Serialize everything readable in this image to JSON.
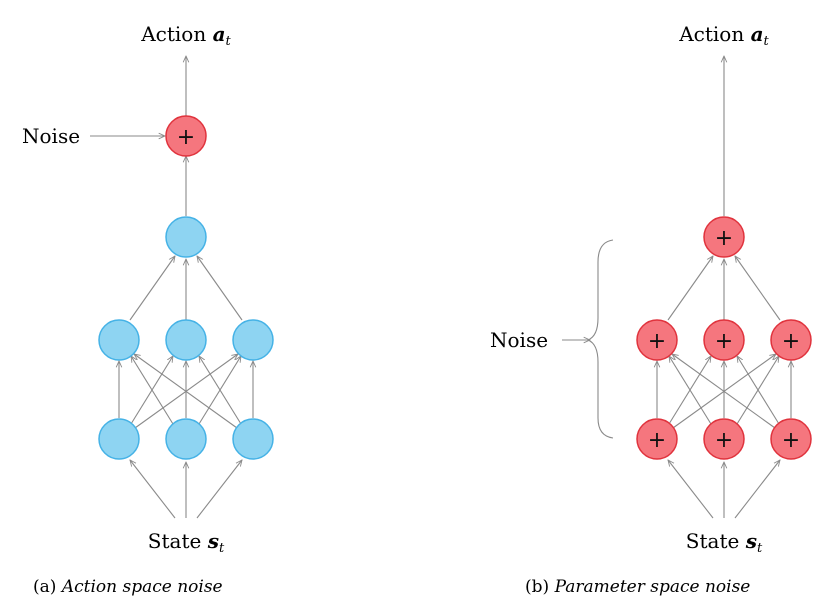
{
  "colors": {
    "blue_fill": "#8ed4f2",
    "blue_stroke": "#45b2e6",
    "red_fill": "#f5767e",
    "red_stroke": "#e0333d",
    "edge": "#8a8a8a"
  },
  "icons": {
    "add": "+"
  },
  "panel_a": {
    "top_label_word": "Action",
    "top_label_symbol": "a",
    "top_label_sub": "t",
    "noise_label": "Noise",
    "bottom_label_word": "State",
    "bottom_label_symbol": "s",
    "bottom_label_sub": "t",
    "caption_prefix": "(a)",
    "caption_text": "Action space noise"
  },
  "panel_b": {
    "top_label_word": "Action",
    "top_label_symbol": "a",
    "top_label_sub": "t",
    "noise_label": "Noise",
    "bottom_label_word": "State",
    "bottom_label_symbol": "s",
    "bottom_label_sub": "t",
    "caption_prefix": "(b)",
    "caption_text": "Parameter space noise"
  }
}
